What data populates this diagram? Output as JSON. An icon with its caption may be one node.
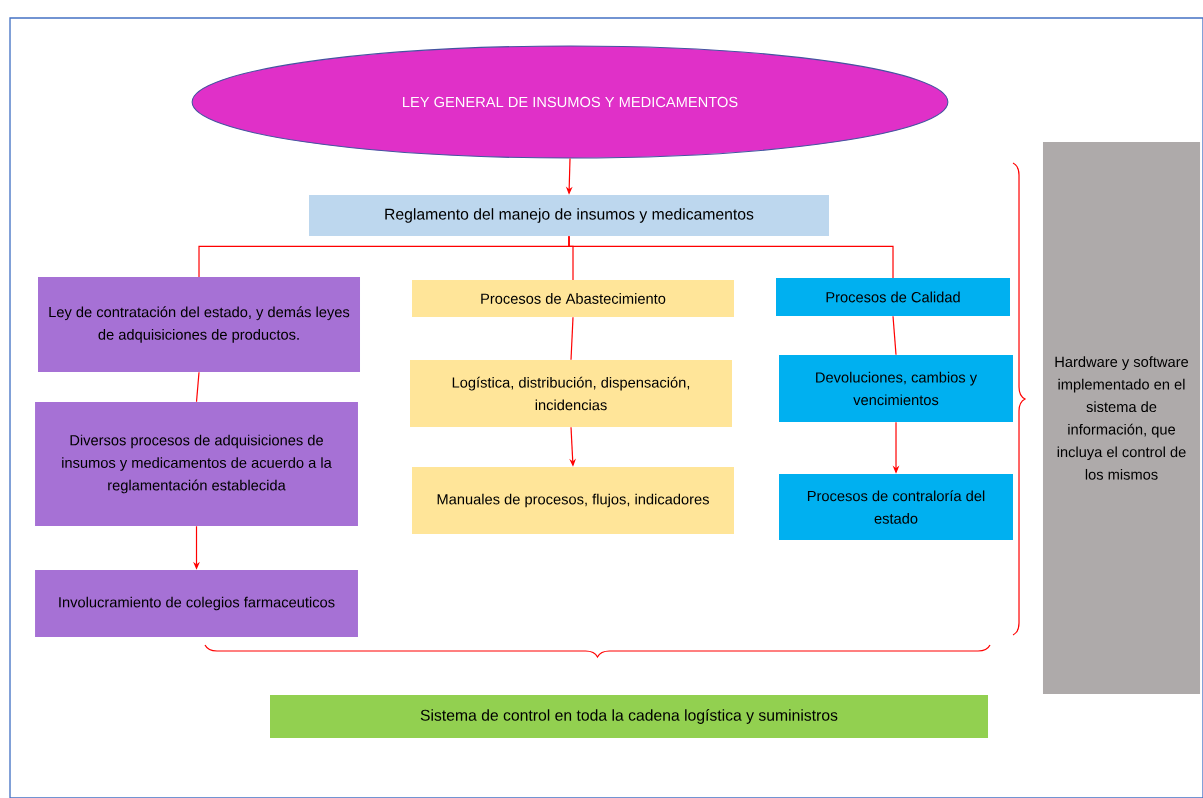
{
  "diagram": {
    "nodes": [
      {
        "text": [
          "LEY GENERAL DE INSUMOS Y MEDICAMENTOS"
        ]
      },
      {
        "text": [
          "Reglamento del manejo de insumos y medicamentos"
        ]
      },
      {
        "text": [
          "Ley de contratación del estado, y demás leyes de adquisiciones de productos."
        ]
      },
      {
        "text": [
          "Diversos procesos de adquisiciones de insumos y medicamentos de acuerdo a la reglamentación establecida"
        ]
      },
      {
        "text": [
          "Involucramiento de colegios farmaceuticos"
        ]
      },
      {
        "text": [
          "Procesos de Abastecimiento"
        ]
      },
      {
        "text": [
          "Logística, distribución, dispensación, incidencias"
        ]
      },
      {
        "text": [
          "Manuales de procesos, flujos, indicadores"
        ]
      },
      {
        "text": [
          "Procesos de Calidad"
        ]
      },
      {
        "text": [
          "Devoluciones, cambios y vencimientos"
        ]
      },
      {
        "text": [
          "Procesos de contraloría del estado"
        ]
      },
      {
        "text": [
          "Hardware y software implementado en el sistema de información, que incluya el control de los mismos"
        ]
      },
      {
        "text": [
          "Sistema de control en toda la cadena logística y suministros"
        ]
      }
    ],
    "edges": [
      {
        "from": 0,
        "to": 1,
        "arrow": "to"
      },
      {
        "from": 1,
        "to": 2,
        "arrow": "none"
      },
      {
        "from": 1,
        "to": 5,
        "arrow": "none"
      },
      {
        "from": 1,
        "to": 8,
        "arrow": "none"
      },
      {
        "from": 2,
        "to": 3,
        "arrow": "none"
      },
      {
        "from": 3,
        "to": 4,
        "arrow": "to"
      },
      {
        "from": 5,
        "to": 6,
        "arrow": "none"
      },
      {
        "from": 6,
        "to": 7,
        "arrow": "to"
      },
      {
        "from": 8,
        "to": 9,
        "arrow": "none"
      },
      {
        "from": 9,
        "to": 10,
        "arrow": "to"
      }
    ]
  }
}
